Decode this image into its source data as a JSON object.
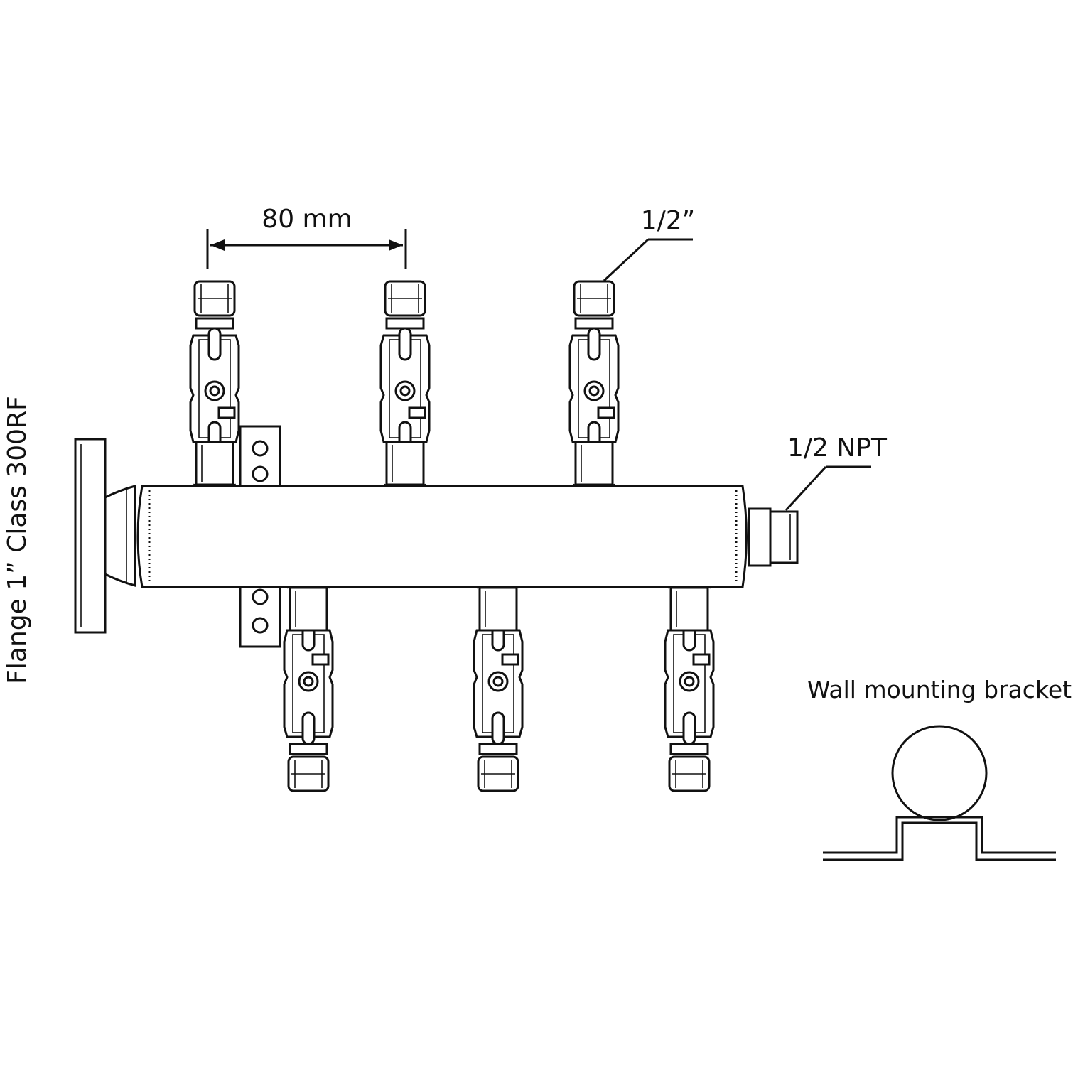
{
  "labels": {
    "spacing": "80 mm",
    "outlet_size": "1/2”",
    "end_port": "1/2 NPT",
    "flange": "Flange 1” Class 300RF",
    "bracket": "Wall mounting bracket"
  },
  "colors": {
    "line": "#111111",
    "background": "#ffffff"
  }
}
